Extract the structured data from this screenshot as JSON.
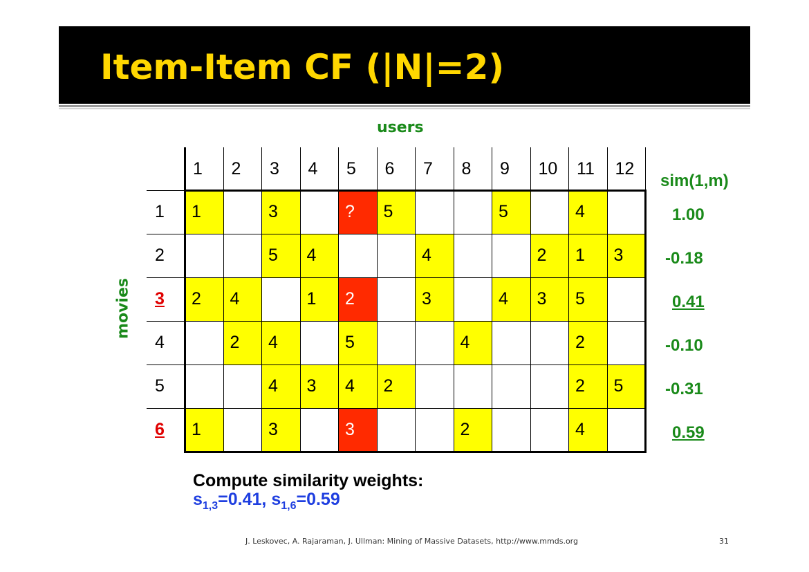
{
  "slide": {
    "title": "Item-Item CF (|N|=2)",
    "users_label": "users",
    "movies_label": "movies",
    "sim_header": "sim(1,m)",
    "compute_label": "Compute similarity weights:",
    "weights": [
      {
        "prefix": "s",
        "sub": "1,3",
        "value": "=0.41"
      },
      {
        "sep": ", "
      },
      {
        "prefix": "s",
        "sub": "1,6",
        "value": "=0.59"
      }
    ],
    "footer": "J. Leskovec, A. Rajaraman, J. Ullman: Mining of Massive Datasets, http://www.mmds.org",
    "page_number": "31"
  },
  "colors": {
    "title": "#FFD700",
    "green_label": "#1a8a1a",
    "yellow_cell": "#FFFF00",
    "red_cell": "#FF2A00",
    "highlight_row": "#e00000",
    "weights_blue": "#1f3fe0"
  },
  "matrix": {
    "users": [
      "1",
      "2",
      "3",
      "4",
      "5",
      "6",
      "7",
      "8",
      "9",
      "10",
      "11",
      "12"
    ],
    "movies": [
      {
        "label": "1",
        "highlight": false,
        "sim": "1.00",
        "sim_underline": false,
        "cells": [
          {
            "v": "1",
            "c": "yellow"
          },
          {
            "v": "",
            "c": ""
          },
          {
            "v": "3",
            "c": "yellow"
          },
          {
            "v": "",
            "c": ""
          },
          {
            "v": "?",
            "c": "red"
          },
          {
            "v": "5",
            "c": "yellow"
          },
          {
            "v": "",
            "c": ""
          },
          {
            "v": "",
            "c": ""
          },
          {
            "v": "5",
            "c": "yellow"
          },
          {
            "v": "",
            "c": ""
          },
          {
            "v": "4",
            "c": "yellow"
          },
          {
            "v": "",
            "c": ""
          }
        ]
      },
      {
        "label": "2",
        "highlight": false,
        "sim": "-0.18",
        "sim_underline": false,
        "cells": [
          {
            "v": "",
            "c": ""
          },
          {
            "v": "",
            "c": ""
          },
          {
            "v": "5",
            "c": "yellow"
          },
          {
            "v": "4",
            "c": "yellow"
          },
          {
            "v": "",
            "c": ""
          },
          {
            "v": "",
            "c": ""
          },
          {
            "v": "4",
            "c": "yellow"
          },
          {
            "v": "",
            "c": ""
          },
          {
            "v": "",
            "c": ""
          },
          {
            "v": "2",
            "c": "yellow"
          },
          {
            "v": "1",
            "c": "yellow"
          },
          {
            "v": "3",
            "c": "yellow"
          }
        ]
      },
      {
        "label": "3",
        "highlight": true,
        "sim": "0.41",
        "sim_underline": true,
        "cells": [
          {
            "v": "2",
            "c": "yellow"
          },
          {
            "v": "4",
            "c": "yellow"
          },
          {
            "v": "",
            "c": ""
          },
          {
            "v": "1",
            "c": "yellow"
          },
          {
            "v": "2",
            "c": "red"
          },
          {
            "v": "",
            "c": ""
          },
          {
            "v": "3",
            "c": "yellow"
          },
          {
            "v": "",
            "c": ""
          },
          {
            "v": "4",
            "c": "yellow"
          },
          {
            "v": "3",
            "c": "yellow"
          },
          {
            "v": "5",
            "c": "yellow"
          },
          {
            "v": "",
            "c": ""
          }
        ]
      },
      {
        "label": "4",
        "highlight": false,
        "sim": "-0.10",
        "sim_underline": false,
        "cells": [
          {
            "v": "",
            "c": ""
          },
          {
            "v": "2",
            "c": "yellow"
          },
          {
            "v": "4",
            "c": "yellow"
          },
          {
            "v": "",
            "c": ""
          },
          {
            "v": "5",
            "c": "yellow"
          },
          {
            "v": "",
            "c": ""
          },
          {
            "v": "",
            "c": ""
          },
          {
            "v": "4",
            "c": "yellow"
          },
          {
            "v": "",
            "c": ""
          },
          {
            "v": "",
            "c": ""
          },
          {
            "v": "2",
            "c": "yellow"
          },
          {
            "v": "",
            "c": ""
          }
        ]
      },
      {
        "label": "5",
        "highlight": false,
        "sim": "-0.31",
        "sim_underline": false,
        "cells": [
          {
            "v": "",
            "c": ""
          },
          {
            "v": "",
            "c": ""
          },
          {
            "v": "4",
            "c": "yellow"
          },
          {
            "v": "3",
            "c": "yellow"
          },
          {
            "v": "4",
            "c": "yellow"
          },
          {
            "v": "2",
            "c": "yellow"
          },
          {
            "v": "",
            "c": ""
          },
          {
            "v": "",
            "c": ""
          },
          {
            "v": "",
            "c": ""
          },
          {
            "v": "",
            "c": ""
          },
          {
            "v": "2",
            "c": "yellow"
          },
          {
            "v": "5",
            "c": "yellow"
          }
        ]
      },
      {
        "label": "6",
        "highlight": true,
        "sim": "0.59",
        "sim_underline": true,
        "cells": [
          {
            "v": "1",
            "c": "yellow"
          },
          {
            "v": "",
            "c": ""
          },
          {
            "v": "3",
            "c": "yellow"
          },
          {
            "v": "",
            "c": ""
          },
          {
            "v": "3",
            "c": "red"
          },
          {
            "v": "",
            "c": ""
          },
          {
            "v": "",
            "c": ""
          },
          {
            "v": "2",
            "c": "yellow"
          },
          {
            "v": "",
            "c": ""
          },
          {
            "v": "",
            "c": ""
          },
          {
            "v": "4",
            "c": "yellow"
          },
          {
            "v": "",
            "c": ""
          }
        ]
      }
    ]
  }
}
